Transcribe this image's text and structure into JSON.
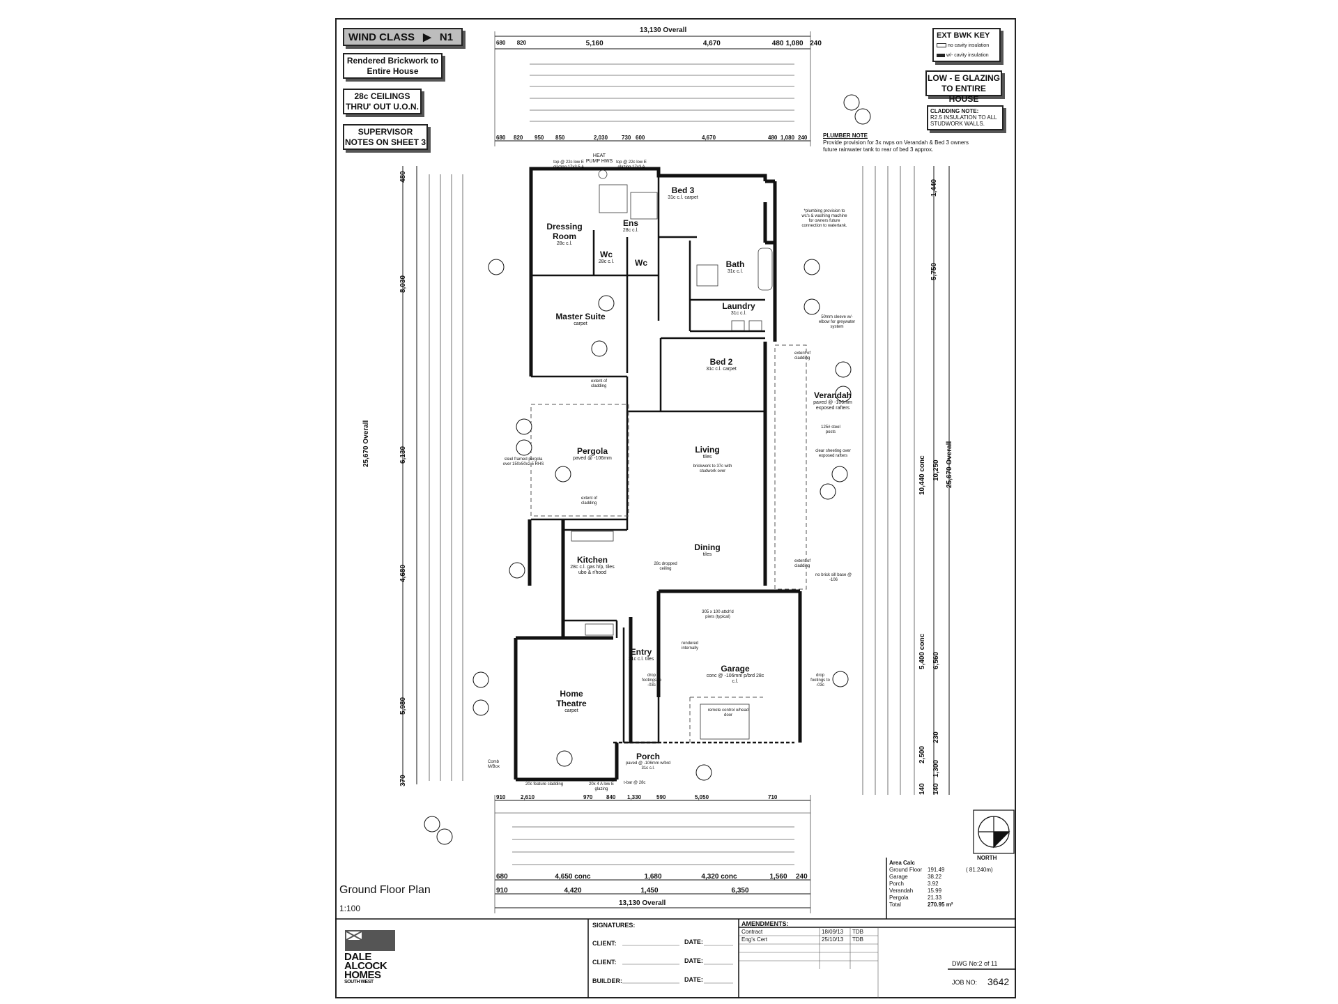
{
  "notes": {
    "wind_class": "WIND CLASS",
    "wind_value": "N1",
    "rendered": "Rendered Brickwork to Entire House",
    "ceilings": "28c CEILINGS THRU' OUT U.O.N.",
    "supervisor": "SUPERVISOR NOTES ON SHEET 3",
    "ext_key_title": "EXT BWK KEY",
    "ext_key_no_cavity": "no cavity insulation",
    "ext_key_cavity": "w/- cavity insulation",
    "low_e": "LOW - E GLAZING TO ENTIRE HOUSE",
    "cladding_title": "CLADDING NOTE:",
    "cladding_text": "R2.5 INSULATION TO ALL STUDWORK WALLS.",
    "plumber_title": "PLUMBER NOTE",
    "plumber_text": "Provide provision for 3x rwps on Verandah & Bed 3 owners future rainwater tank to rear of bed 3 approx."
  },
  "dims_top": {
    "overall": "13,130 Overall",
    "row1": [
      "680",
      "820",
      "5,160",
      "4,670",
      "480",
      "1,080",
      "240"
    ],
    "row_bottom": [
      "680",
      "820",
      "950",
      "850",
      "2,030",
      "730",
      "600",
      "4,670",
      "480",
      "1,080",
      "240"
    ]
  },
  "dims_bottom": {
    "row1": [
      "910",
      "2,610",
      "970",
      "840",
      "1,330",
      "590",
      "5,050",
      "710"
    ],
    "conc": [
      "680",
      "4,650 conc",
      "1,680",
      "4,320 conc",
      "1,560",
      "240"
    ],
    "row_last": [
      "910",
      "4,420",
      "1,450",
      "6,350"
    ],
    "overall": "13,130 Overall"
  },
  "dims_left": {
    "overall": "25,670 Overall",
    "segments": [
      "480",
      "8,030",
      "6,130",
      "4,680",
      "5,980",
      "370"
    ]
  },
  "dims_right": {
    "overall": "25,670 Overall",
    "segments": [
      "1,440",
      "5,750",
      "10,440 conc",
      "10,250",
      "5,400 conc",
      "6,560",
      "2,500",
      "1,300",
      "230",
      "140",
      "140"
    ]
  },
  "rooms": {
    "bed3": {
      "name": "Bed 3",
      "spec": "31c c.l. carpet"
    },
    "ens": {
      "name": "Ens",
      "spec": "28c c.l."
    },
    "dressing": {
      "name": "Dressing Room",
      "spec": "28c c.l."
    },
    "wc1": {
      "name": "Wc",
      "spec": "28c c.l."
    },
    "wc2": {
      "name": "Wc",
      "spec": ""
    },
    "bath": {
      "name": "Bath",
      "spec": "31c c.l."
    },
    "laundry": {
      "name": "Laundry",
      "spec": "31c c.l."
    },
    "master": {
      "name": "Master Suite",
      "spec": "carpet"
    },
    "bed2": {
      "name": "Bed 2",
      "spec": "31c c.l. carpet"
    },
    "verandah": {
      "name": "Verandah",
      "spec": "paved @ -106mm exposed rafters"
    },
    "living": {
      "name": "Living",
      "spec": "tiles"
    },
    "pergola": {
      "name": "Pergola",
      "spec": "paved @ -106mm"
    },
    "dining": {
      "name": "Dining",
      "spec": "tiles"
    },
    "kitchen": {
      "name": "Kitchen",
      "spec": "28c c.l. gas h/p, tiles ubo & r/hood"
    },
    "garage": {
      "name": "Garage",
      "spec": "conc @ -106mm p/brd 28c c.l."
    },
    "entry": {
      "name": "Entry",
      "spec": "31c c.l. tiles"
    },
    "theatre": {
      "name": "Home Theatre",
      "spec": "carpet"
    },
    "porch": {
      "name": "Porch",
      "spec": "paved @ -106mm w/brd 31c c.l."
    }
  },
  "plan_notes": {
    "heat_pump": "HEAT PUMP HWS",
    "top_glazing_1": "top @ 22c low E glazing 17x3.5 A",
    "top_glazing_2": "top @ 22c low E glazing 17x3 A",
    "plumbing": "*plumbing provision to wc's & washing machine for owners future connection to watertank.",
    "sleeve": "50mm sleeve w/- elbow for greywater system",
    "extent_cladding": "extent of cladding",
    "steel_posts": "125# steel posts",
    "clear_sheeting": "clear sheeting over exposed rafters",
    "steel_framed": "steel framed pergola over 150x50x2.5 RHS",
    "brickwork": "brickwork to 37c with studwork over",
    "dropped_ceiling": "28c dropped ceiling",
    "piers": "305 x 100 attch'd piers (typical)",
    "rendered_int": "rendered internally",
    "remote_door": "remote control o/head door",
    "drop_footings": "drop footings to -03c",
    "no_brick_sill": "no brick sill base @ -106",
    "feature_cladding": "20c feature cladding",
    "low_e_porch": "20x 4 A low E glazing",
    "tbar": "t-bar @ 28c",
    "comb_box": "Comb M/Box"
  },
  "title": {
    "plan_title": "Ground Floor Plan",
    "scale": "1:100",
    "north": "NORTH"
  },
  "area_calc": {
    "title": "Area Calc",
    "rows": [
      {
        "label": "Ground Floor",
        "value": "191.49",
        "extra": "( 81.240m)"
      },
      {
        "label": "Garage",
        "value": "38.22",
        "extra": ""
      },
      {
        "label": "Porch",
        "value": "3.92",
        "extra": ""
      },
      {
        "label": "Verandah",
        "value": "15.99",
        "extra": ""
      },
      {
        "label": "Pergola",
        "value": "21.33",
        "extra": ""
      },
      {
        "label": "Total",
        "value": "270.95 m²",
        "extra": ""
      }
    ]
  },
  "titleblock": {
    "logo_line1": "DALE",
    "logo_line2": "ALCOCK",
    "logo_line3": "HOMES",
    "logo_line4": "SOUTH WEST",
    "signatures": "SIGNATURES:",
    "client": "CLIENT:",
    "builder": "BUILDER:",
    "date": "DATE:",
    "amendments": "AMENDMENTS:",
    "amend_rows": [
      {
        "label": "Contract",
        "date": "18/09/13",
        "by": "TDB"
      },
      {
        "label": "Eng's Cert",
        "date": "25/10/13",
        "by": "TDB"
      }
    ],
    "dwg": "DWG No:2 of 11",
    "job_label": "JOB NO:",
    "job_no": "3642"
  }
}
